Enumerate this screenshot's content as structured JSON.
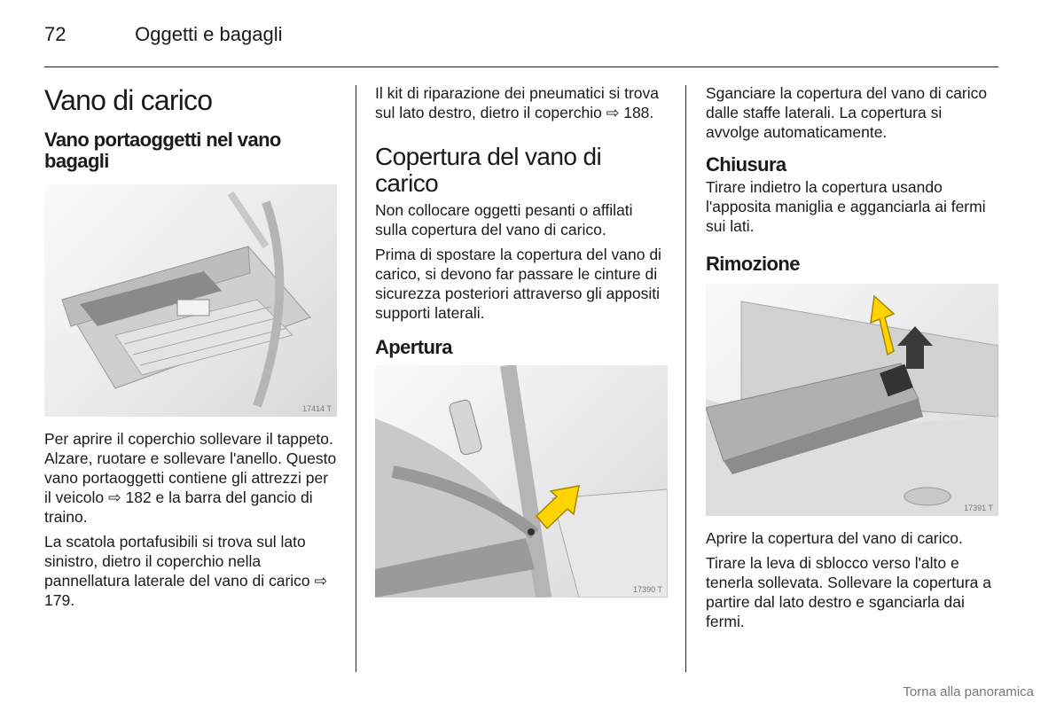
{
  "header": {
    "page_number": "72",
    "section_title": "Oggetti e bagagli"
  },
  "col1": {
    "heading": "Vano di carico",
    "subheading": "Vano portaoggetti nel vano bagagli",
    "figure_number": "17414 T",
    "para1": "Per aprire il coperchio sollevare il tappeto. Alzare, ruotare e sollevare l'anello. Questo vano portaoggetti contiene gli attrezzi per il veicolo ⇨ 182 e la barra del gancio di traino.",
    "para2": "La scatola portafusibili si trova sul lato sinistro, dietro il coperchio nella pannellatura laterale del vano di carico ⇨ 179."
  },
  "col2": {
    "intro": "Il kit di riparazione dei pneumatici si trova sul lato destro, dietro il coperchio ⇨ 188.",
    "heading": "Copertura del vano di carico",
    "para1": "Non collocare oggetti pesanti o affilati sulla copertura del vano di carico.",
    "para2": "Prima di spostare la copertura del vano di carico, si devono far passare le cinture di sicurezza posteriori attraverso gli appositi supporti laterali.",
    "subheading": "Apertura",
    "figure_number": "17390 T"
  },
  "col3": {
    "intro": "Sganciare la copertura del vano di carico dalle staffe laterali. La copertura si avvolge automaticamente.",
    "sub1": "Chiusura",
    "sub1_text": "Tirare indietro la copertura usando l'apposita maniglia e agganciarla ai fermi sui lati.",
    "sub2": "Rimozione",
    "figure_number": "17391 T",
    "para1": "Aprire la copertura del vano di carico.",
    "para2": "Tirare la leva di sblocco verso l'alto e tenerla sollevata. Sollevare la copertura a partire dal lato destro e sganciarla dai fermi."
  },
  "footer": {
    "link": "Torna alla panoramica"
  },
  "colors": {
    "arrow_yellow": "#ffd400",
    "arrow_dark": "#3a3a3a",
    "rule": "#222222"
  }
}
